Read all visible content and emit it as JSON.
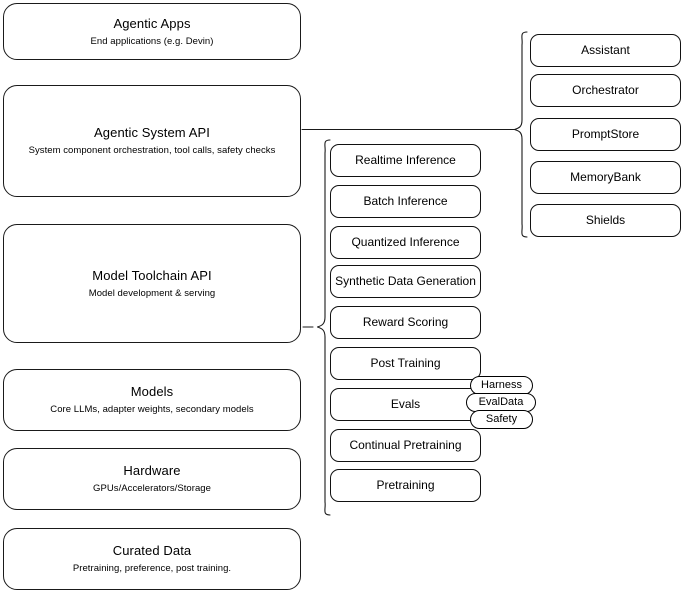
{
  "diagram": {
    "title": "Agentic stack layered architecture",
    "stroke_color": "#1a1a1a",
    "background_color": "#ffffff",
    "layers": [
      {
        "id": "agentic-apps",
        "title": "Agentic Apps",
        "subtitle": "End applications (e.g. Devin)"
      },
      {
        "id": "agentic-system-api",
        "title": "Agentic System API",
        "subtitle": "System component orchestration, tool calls, safety checks"
      },
      {
        "id": "model-toolchain-api",
        "title": "Model Toolchain API",
        "subtitle": "Model development & serving"
      },
      {
        "id": "models",
        "title": "Models",
        "subtitle": "Core LLMs, adapter weights, secondary models"
      },
      {
        "id": "hardware",
        "title": "Hardware",
        "subtitle": "GPUs/Accelerators/Storage"
      },
      {
        "id": "curated-data",
        "title": "Curated Data",
        "subtitle": "Pretraining, preference, post training."
      }
    ],
    "toolchain_components": [
      {
        "id": "realtime-inference",
        "label": "Realtime Inference"
      },
      {
        "id": "batch-inference",
        "label": "Batch Inference"
      },
      {
        "id": "quantized-inference",
        "label": "Quantized Inference"
      },
      {
        "id": "synthetic-data-generation",
        "label": "Synthetic Data Generation"
      },
      {
        "id": "reward-scoring",
        "label": "Reward Scoring"
      },
      {
        "id": "post-training",
        "label": "Post Training"
      },
      {
        "id": "evals",
        "label": "Evals"
      },
      {
        "id": "continual-pretraining",
        "label": "Continual Pretraining"
      },
      {
        "id": "pretraining",
        "label": "Pretraining"
      }
    ],
    "evals_subcomponents": [
      {
        "id": "harness",
        "label": "Harness"
      },
      {
        "id": "evaldata",
        "label": "EvalData"
      },
      {
        "id": "safety",
        "label": "Safety"
      }
    ],
    "system_components": [
      {
        "id": "assistant",
        "label": "Assistant"
      },
      {
        "id": "orchestrator",
        "label": "Orchestrator"
      },
      {
        "id": "promptstore",
        "label": "PromptStore"
      },
      {
        "id": "memorybank",
        "label": "MemoryBank"
      },
      {
        "id": "shields",
        "label": "Shields"
      }
    ]
  }
}
